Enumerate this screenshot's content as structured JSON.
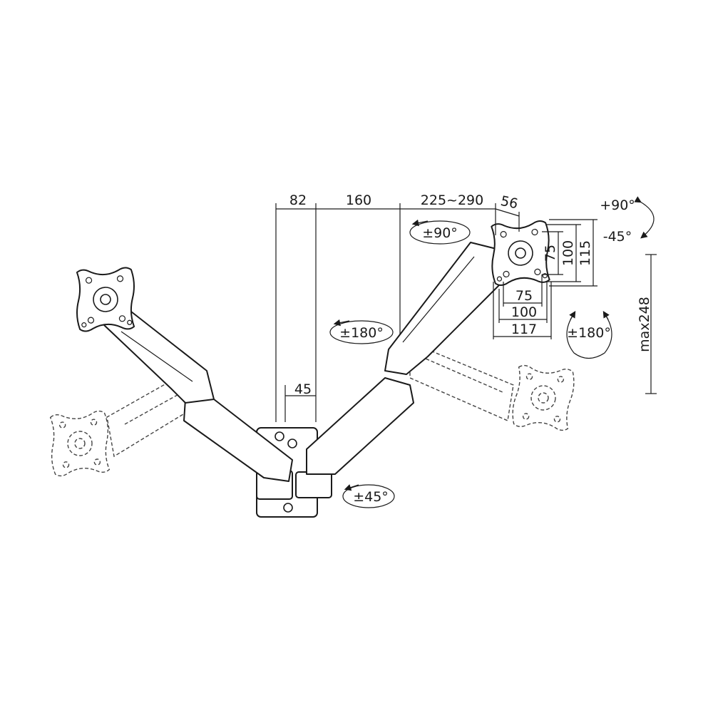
{
  "dimensions": {
    "top": [
      "82",
      "160",
      "225~290",
      "56"
    ],
    "vesa_vertical": [
      "75",
      "100",
      "115"
    ],
    "vesa_horizontal": [
      "75",
      "100",
      "117"
    ],
    "height_adjust": "max248",
    "offset": "45"
  },
  "rotations": {
    "tilt_up": "+90°",
    "tilt_down": "-45°",
    "swivel_head": "±90°",
    "arm_swivel": "±180°",
    "rotate_screen": "±180°",
    "wall_swivel": "±45°"
  }
}
